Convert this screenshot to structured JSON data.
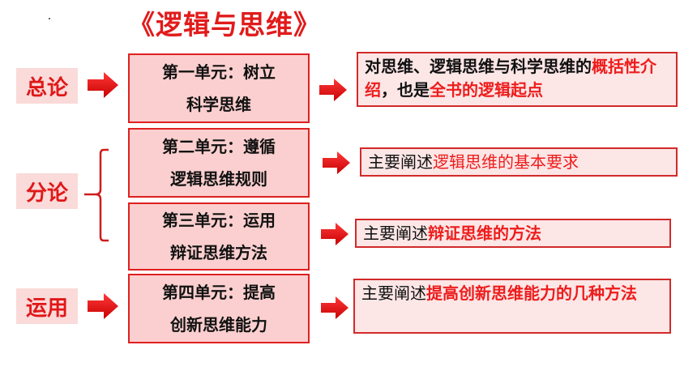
{
  "title": "《逻辑与思维》",
  "left": {
    "general": "总论",
    "detail": "分论",
    "application": "运用"
  },
  "units": [
    {
      "line1": "第一单元：树立",
      "line2": "科学思维"
    },
    {
      "line1": "第二单元：遵循",
      "line2": "逻辑思维规则"
    },
    {
      "line1": "第三单元：运用",
      "line2": "辩证思维方法"
    },
    {
      "line1": "第四单元：提高",
      "line2": "创新思维能力"
    }
  ],
  "descriptions": {
    "d1": {
      "a": "对思维、逻辑思维与科学思维的",
      "b": "概括性介绍",
      "c": "，也是",
      "d": "全书的逻辑起点"
    },
    "d2": {
      "a": "主要阐述",
      "b": "逻辑思维的基本要求"
    },
    "d3": {
      "a": "主要阐述",
      "b": "辩证思维的方法"
    },
    "d4": {
      "a": "主要阐述",
      "b": "提高创新思维能力的几种方法"
    }
  },
  "colors": {
    "accent": "#e11b1b",
    "box_fill": "#fbcfcf",
    "side_fill": "#fbdada",
    "desc_fill": "#fce6e6"
  }
}
